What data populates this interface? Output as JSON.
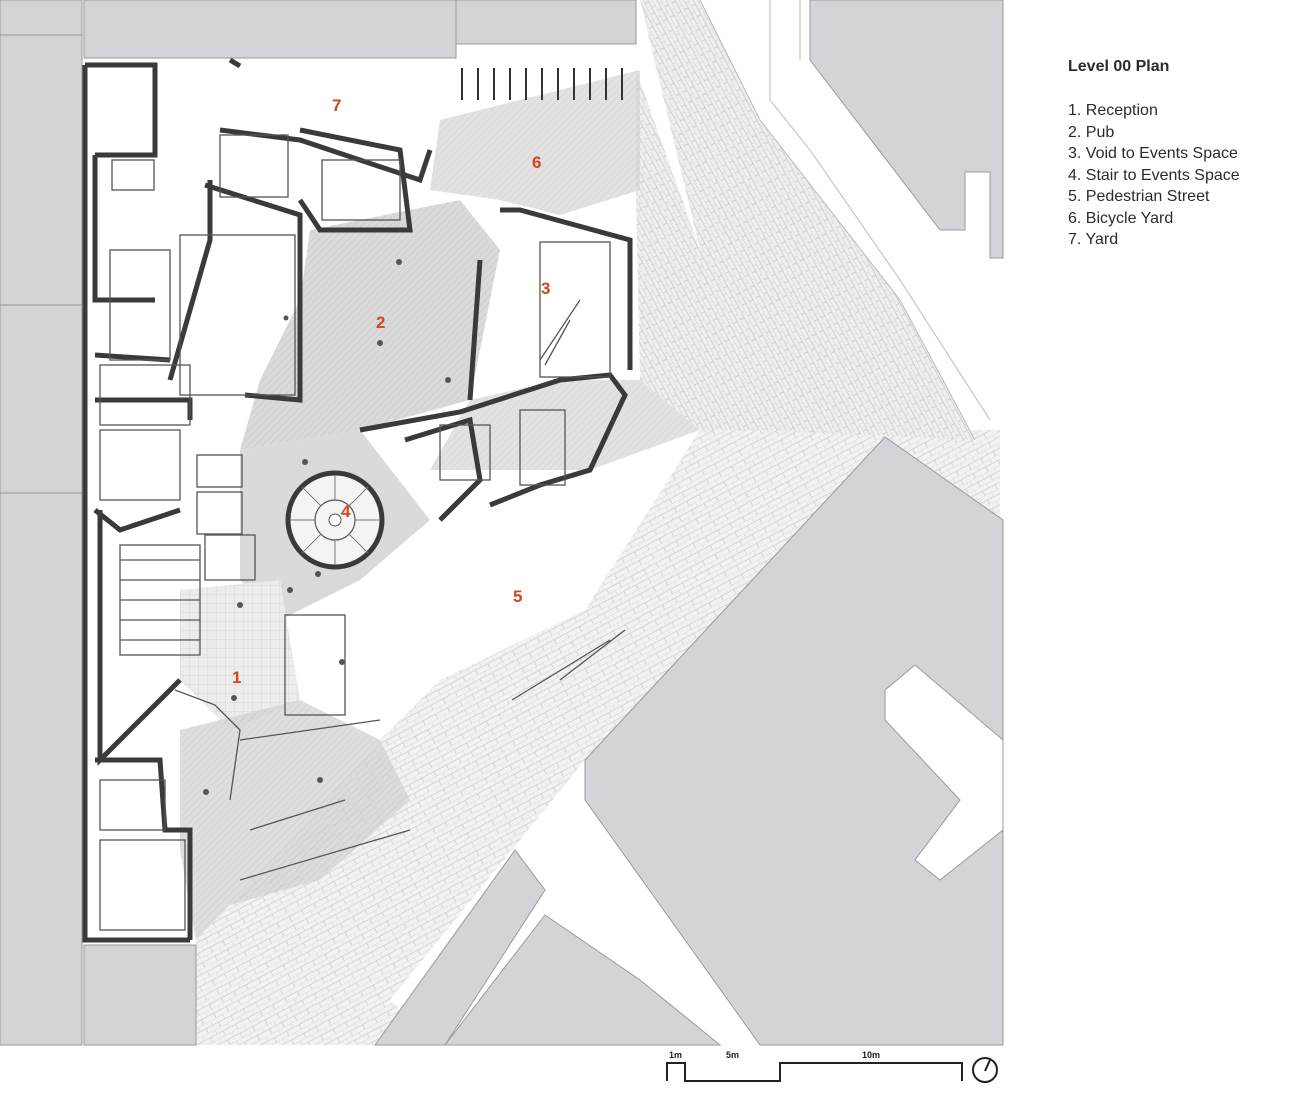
{
  "legend": {
    "title": "Level 00 Plan",
    "items": [
      "1. Reception",
      "2. Pub",
      "3. Void to Events Space",
      "4. Stair to Events Space",
      "5. Pedestrian Street",
      "6. Bicycle Yard",
      "7. Yard"
    ]
  },
  "room_labels": [
    "1",
    "2",
    "3",
    "4",
    "5",
    "6",
    "7"
  ],
  "scale_bar": {
    "labels": [
      "1m",
      "5m",
      "10m"
    ]
  },
  "north_arrow_icon": "north-arrow-icon",
  "colors": {
    "neighbour_buildings": "#d3d4d8",
    "walls": "#3a3a3a",
    "room_label": "#d2451e",
    "paving": "#e6e6e6",
    "interior_floor": "#d0d0d0"
  }
}
